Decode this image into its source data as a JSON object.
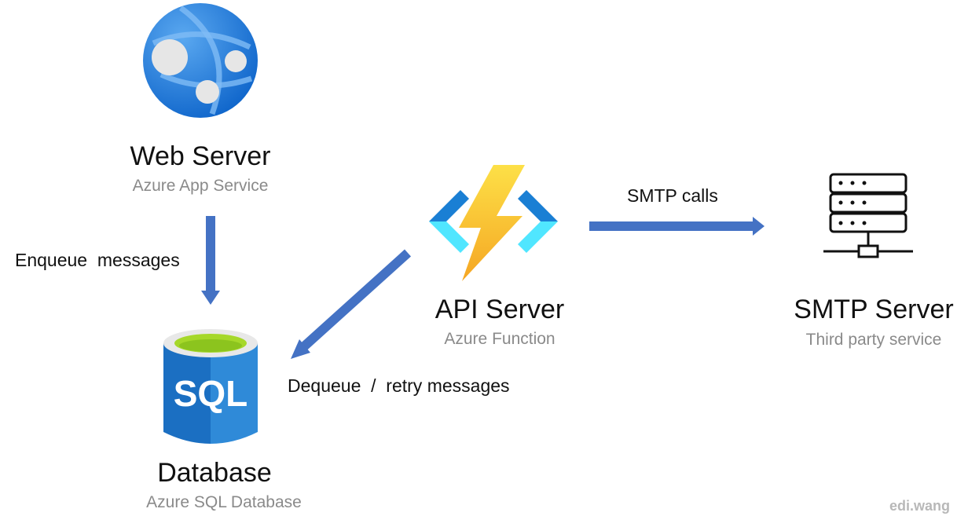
{
  "nodes": {
    "web": {
      "title": "Web Server",
      "subtitle": "Azure App Service"
    },
    "api": {
      "title": "API Server",
      "subtitle": "Azure Function"
    },
    "smtp": {
      "title": "SMTP Server",
      "subtitle": "Third party service"
    },
    "db": {
      "title": "Database",
      "subtitle": "Azure SQL Database",
      "icon_text": "SQL"
    }
  },
  "edges": {
    "enqueue": {
      "label": "Enqueue  messages"
    },
    "dequeue": {
      "label": "Dequeue  /  retry messages"
    },
    "smtp_calls": {
      "label": "SMTP calls"
    }
  },
  "watermark": "edi.wang",
  "colors": {
    "arrow": "#4472c4",
    "azure_blue": "#1a7fd4",
    "function_yellow": "#fcd116",
    "sql_green": "#a6d82a"
  }
}
